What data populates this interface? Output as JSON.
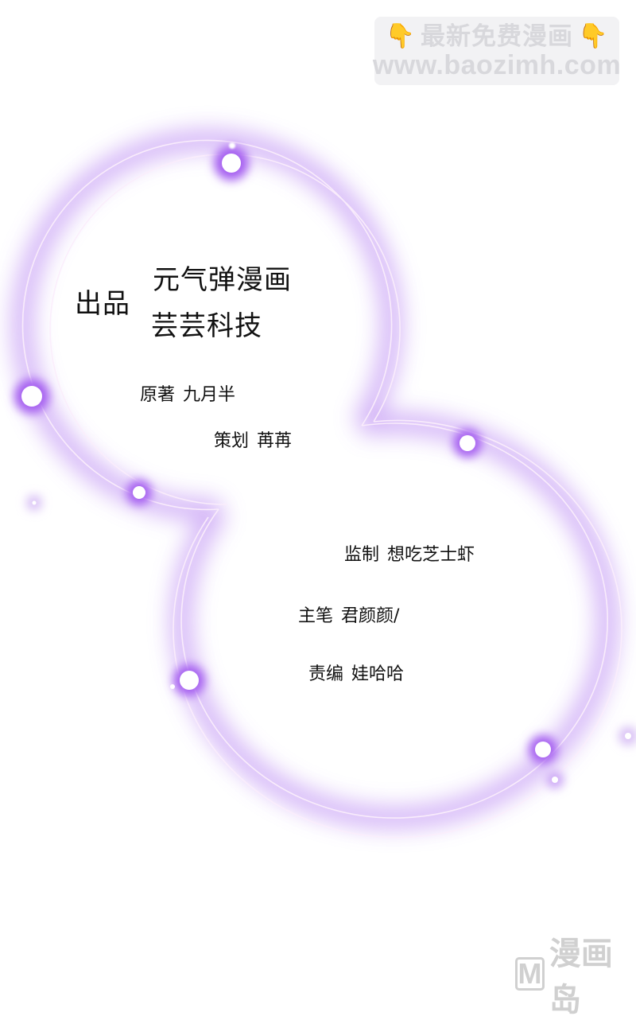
{
  "watermark": {
    "line1": "最新免费漫画",
    "line2": "www.baozimh.com",
    "icon_left": "pointing-down-hand-icon",
    "icon_right": "pointing-down-hand-icon",
    "icon_glyph": "👇",
    "text_color": "#d8d8dc",
    "bg_color": "#f2f2f4"
  },
  "credits": {
    "producer_label": "出品",
    "producers": [
      "元气弹漫画",
      "芸芸科技"
    ],
    "items": [
      {
        "label": "原著",
        "value": "九月半"
      },
      {
        "label": "策划",
        "value": "苒苒"
      },
      {
        "label": "监制",
        "value": "想吃芝士虾"
      },
      {
        "label": "主笔",
        "value": "君颜颜/"
      },
      {
        "label": "责编",
        "value": "娃哈哈"
      }
    ]
  },
  "decoration": {
    "glow_color": "#b07cf0",
    "line_color": "#fbeefc",
    "shape": "figure-eight-glowing-rings"
  },
  "footer_logo": {
    "mark": "M",
    "text": "漫画岛",
    "color": "#d0d0d0"
  }
}
